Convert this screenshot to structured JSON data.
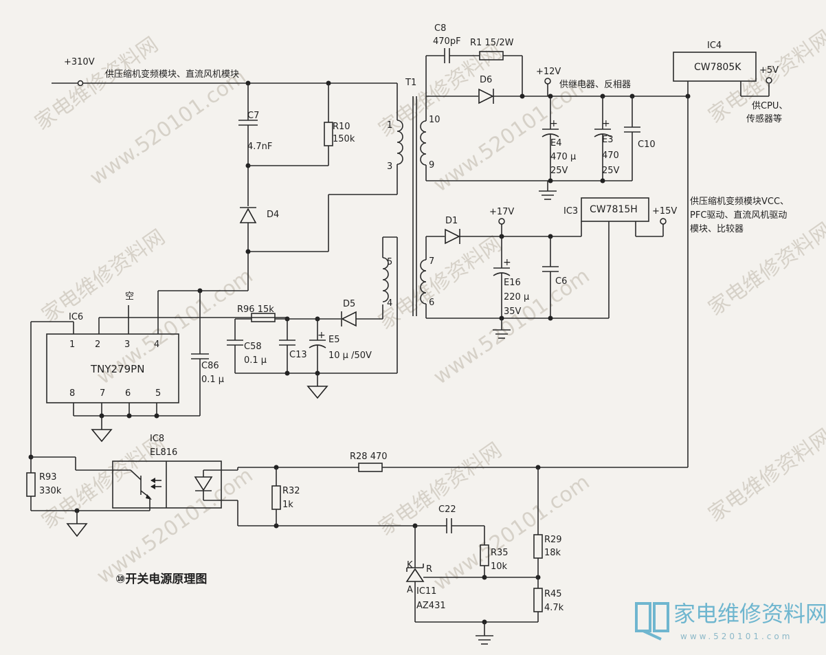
{
  "title": "⑩开关电源原理图",
  "logo": {
    "text": "家电维修资料网",
    "sub": "www.520101.com"
  },
  "watermark": {
    "cn": "家电维修资料网",
    "url": "www.520101.com"
  },
  "notes": {
    "hv": "供压缩机变频模块、直流风机模块",
    "relay": "供继电器、反相器",
    "cpu1": "供CPU、",
    "cpu2": "传感器等",
    "vcc1": "供压缩机变频模块VCC、",
    "vcc2": "PFC驱动、直流风机驱动",
    "vcc3": "模块、比较器"
  },
  "rails": {
    "v310": "+310V",
    "v12": "+12V",
    "v5": "+5V",
    "v17": "+17V",
    "v15": "+15V"
  },
  "ics": {
    "ic4": "IC4",
    "ic4p": "CW7805K",
    "ic3": "IC3",
    "ic3p": "CW7815H",
    "ic6": "IC6",
    "ic6p": "TNY279PN",
    "ic8": "IC8",
    "ic8p": "EL816",
    "ic11": "IC11",
    "ic11p": "AZ431",
    "empty": "空"
  },
  "pins": {
    "p1": "1",
    "p2": "2",
    "p3": "3",
    "p4": "4",
    "p5": "5",
    "p6": "6",
    "p7": "7",
    "p8": "8",
    "t10": "10",
    "t9": "9",
    "t7": "7",
    "t6": "6",
    "t5": "5",
    "t4": "4",
    "t1": "1",
    "t3": "3",
    "k": "K",
    "a": "A",
    "r": "R"
  },
  "parts": {
    "c8": "C8",
    "c8v": "470pF",
    "r1": "R1  15/2W",
    "t1": "T1",
    "d6": "D6",
    "e4": "E4",
    "e4v1": "470 μ",
    "e4v2": "25V",
    "e3": "E3",
    "e3v1": "470",
    "e3v2": "25V",
    "c10": "C10",
    "c7": "C7",
    "c7v": "4.7nF",
    "r10": "R10",
    "r10v": "150k",
    "d4": "D4",
    "d1": "D1",
    "e16": "E16",
    "e16v1": "220 μ",
    "e16v2": "35V",
    "c6": "C6",
    "r96": "R96  15k",
    "d5": "D5",
    "c58": "C58",
    "c58v": "0.1 μ",
    "c13": "C13",
    "e5": "E5",
    "e5v": "10 μ /50V",
    "c86": "C86",
    "c86v": "0.1 μ",
    "r28": "R28  470",
    "r93": "R93",
    "r93v": "330k",
    "r32": "R32",
    "r32v": "1k",
    "c22": "C22",
    "r35": "R35",
    "r35v": "10k",
    "r29": "R29",
    "r29v": "18k",
    "r45": "R45",
    "r45v": "4.7k"
  }
}
